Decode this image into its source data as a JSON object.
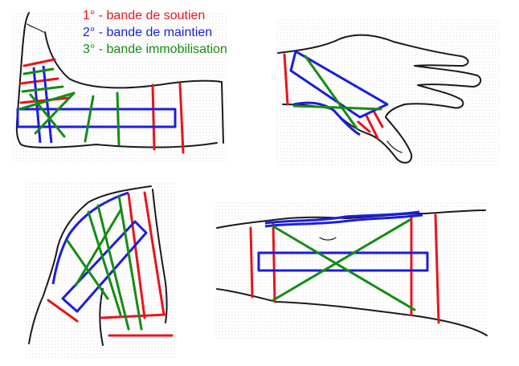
{
  "colors": {
    "soutien": "#e8141c",
    "maintien": "#1c1ce0",
    "immobilisation": "#148c14",
    "outline": "#1a1a1a"
  },
  "legend": {
    "items": [
      {
        "label": "1° - bande de soutien",
        "color": "#e8141c"
      },
      {
        "label": "2° - bande de maintien",
        "color": "#1c1ce0"
      },
      {
        "label": "3° - bande immobilisation",
        "color": "#148c14"
      }
    ]
  },
  "panels": [
    {
      "subject": "ankle"
    },
    {
      "subject": "thumb"
    },
    {
      "subject": "knee"
    },
    {
      "subject": "forearm"
    }
  ]
}
